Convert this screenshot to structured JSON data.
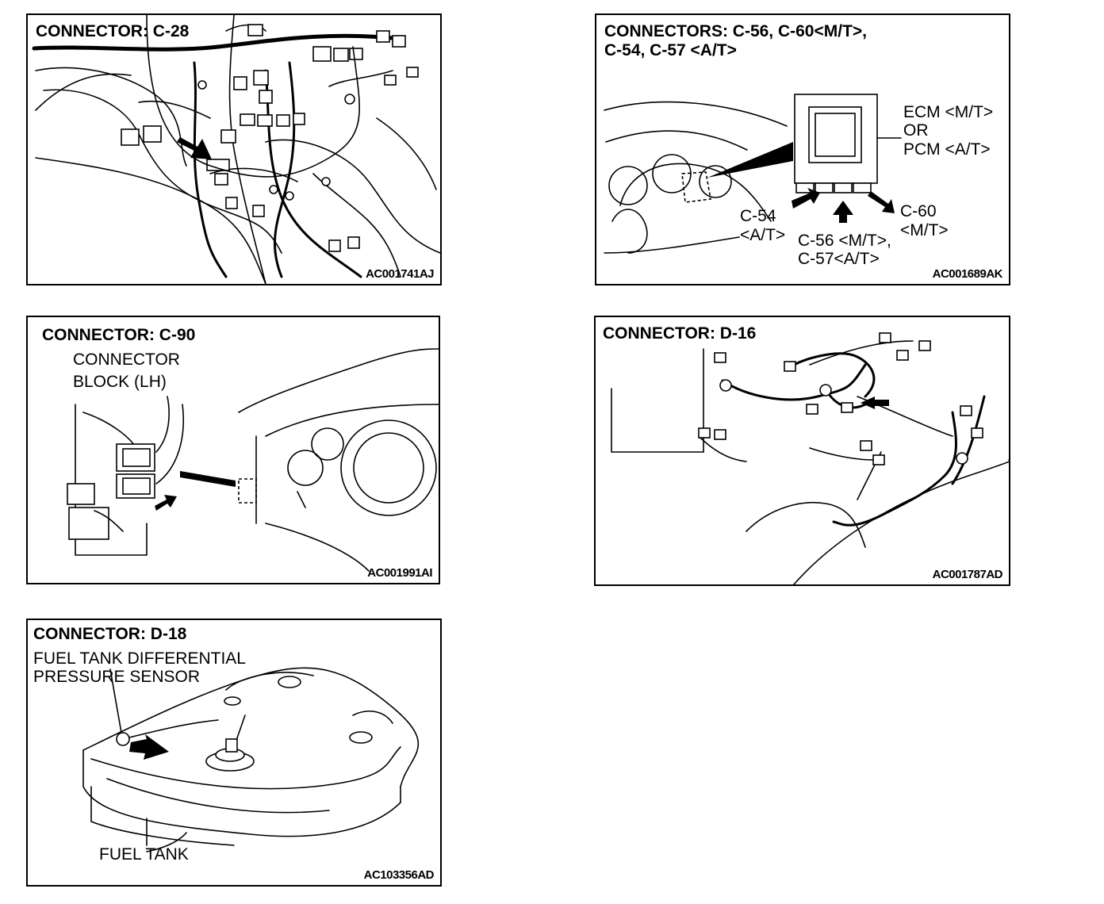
{
  "panels": {
    "c28": {
      "title": "CONNECTOR: C-28",
      "code": "AC001741AJ"
    },
    "c56": {
      "title_line1": "CONNECTORS: C-56, C-60<M/T>,",
      "title_line2": "C-54, C-57 <A/T>",
      "ecm_line1": "ECM <M/T>",
      "ecm_line2": "OR",
      "ecm_line3": "PCM <A/T>",
      "c54_line1": "C-54",
      "c54_line2": "<A/T>",
      "c56_line1": "C-56 <M/T>,",
      "c56_line2": "C-57<A/T>",
      "c60_line1": "C-60",
      "c60_line2": "<M/T>",
      "code": "AC001689AK"
    },
    "c90": {
      "title": "CONNECTOR: C-90",
      "block_line1": "CONNECTOR",
      "block_line2": "BLOCK (LH)",
      "code": "AC001991AI"
    },
    "d16": {
      "title": "CONNECTOR: D-16",
      "code": "AC001787AD"
    },
    "d18": {
      "title": "CONNECTOR: D-18",
      "sensor_line1": "FUEL TANK DIFFERENTIAL",
      "sensor_line2": "PRESSURE SENSOR",
      "tank_label": "FUEL TANK",
      "code": "AC103356AD"
    }
  }
}
